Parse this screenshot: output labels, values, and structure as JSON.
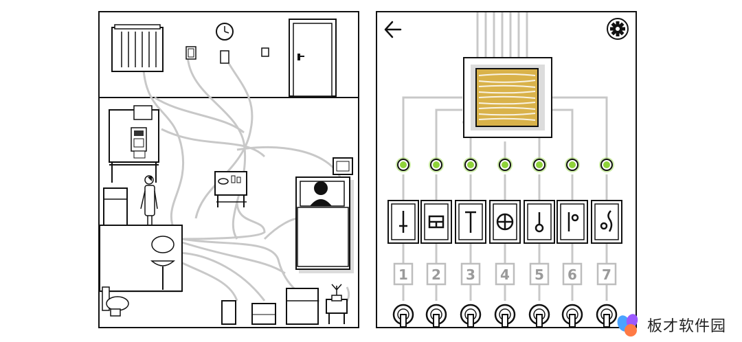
{
  "colors": {
    "outline": "#111111",
    "wire": "#c8c8c8",
    "shadow": "#dcdcdc",
    "led_green": "#8fd23a",
    "wood": "#d9b24a",
    "number_box": "#bdbdbd"
  },
  "machine": {
    "back_icon": "arrow-left-icon",
    "settings_icon": "gear-icon",
    "switches": [
      {
        "number": "1",
        "symbol": "dagger-symbol"
      },
      {
        "number": "2",
        "symbol": "window-symbol"
      },
      {
        "number": "3",
        "symbol": "t-symbol"
      },
      {
        "number": "4",
        "symbol": "crosshair-symbol"
      },
      {
        "number": "5",
        "symbol": "loop-stem-symbol"
      },
      {
        "number": "6",
        "symbol": "bar-circle-symbol"
      },
      {
        "number": "7",
        "symbol": "curl-symbol"
      }
    ]
  },
  "watermark": {
    "text": "板才软件园",
    "logo_colors": [
      "#4aa3ff",
      "#ff7a45",
      "#9b59ff"
    ]
  }
}
